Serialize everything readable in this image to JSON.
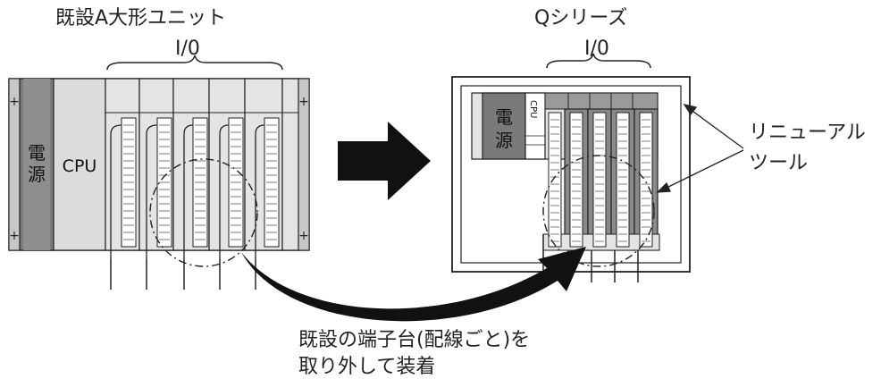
{
  "left_unit": {
    "title": "既設A大形ユニット",
    "io_label": "I/0",
    "power_label": "電源",
    "cpu_label": "CPU"
  },
  "right_unit": {
    "title": "Qシリーズ",
    "io_label": "I/0",
    "power_label": "電源",
    "cpu_label": "CPU"
  },
  "renewal_tool": {
    "line1": "リニューアル",
    "line2": "ツール"
  },
  "caption": {
    "line1": "既設の端子台(配線ごと)を",
    "line2": "取り外して装着"
  },
  "colors": {
    "line": "#222222",
    "dark_gray": "#7a7a7a",
    "mid_gray": "#c8c8c8",
    "light_gray": "#e4e4e4",
    "arrow": "#111111"
  }
}
